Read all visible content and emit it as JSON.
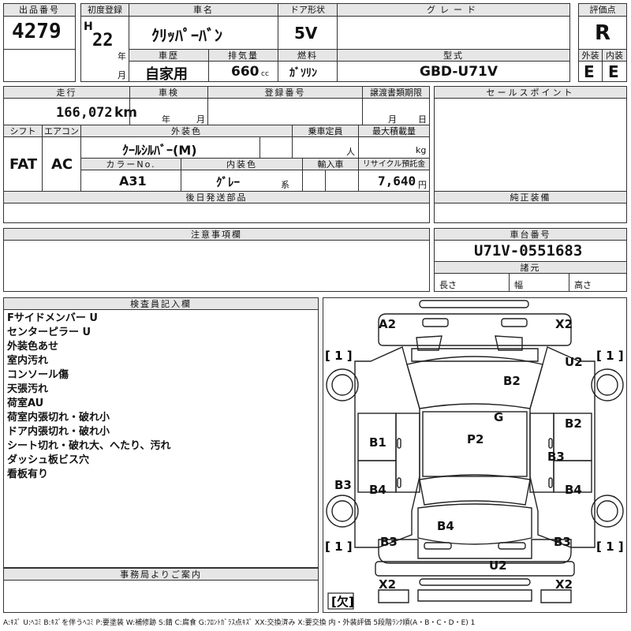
{
  "header": {
    "lot_label": "出品番号",
    "lot": "4279",
    "first_reg_label": "初度登録",
    "era": "H",
    "year": "22",
    "year_unit": "年",
    "month_unit": "月",
    "car_name_label": "車名",
    "car_name": "ｸﾘｯﾊﾟｰﾊﾞﾝ",
    "door_label": "ドア形状",
    "door": "5V",
    "grade_label": "グレード",
    "grade": "",
    "score_label": "評価点",
    "score": "R",
    "history_label": "車歴",
    "history": "自家用",
    "displacement_label": "排気量",
    "displacement": "660",
    "displacement_unit": "cc",
    "fuel_label": "燃料",
    "fuel": "ｶﾞｿﾘﾝ",
    "model_label": "型式",
    "model": "GBD-U71V",
    "ext_label": "外装",
    "ext": "E",
    "int_label": "内装",
    "int": "E"
  },
  "row2": {
    "mileage_label": "走行",
    "mileage": "166,072",
    "mileage_unit": "km",
    "inspection_label": "車検",
    "insp_year_unit": "年",
    "insp_month_unit": "月",
    "reg_no_label": "登録番号",
    "transfer_label": "譲渡書類期限",
    "transfer_month_unit": "月",
    "transfer_day_unit": "日",
    "shift_label": "シフト",
    "shift": "FAT",
    "ac_label": "エアコン",
    "ac": "AC",
    "exterior_color_label": "外装色",
    "exterior_color": "ｸｰﾙｼﾙﾊﾞｰ(M)",
    "capacity_label": "乗車定員",
    "capacity_unit": "人",
    "max_load_label": "最大積載量",
    "max_load_unit": "kg",
    "color_no_label": "カラーNo.",
    "color_no": "A31",
    "interior_color_label": "内装色",
    "interior_color": "ｸﾞﾚｰ",
    "interior_color_unit": "系",
    "import_label": "輸入車",
    "recycle_label": "リサイクル預託金",
    "recycle": "7,640",
    "recycle_unit": "円",
    "sales_point_label": "セールスポイント"
  },
  "sections": {
    "later_parts_label": "後日発送部品",
    "genuine_label": "純正装備",
    "notes_label": "注意事項欄",
    "chassis_label": "車台番号",
    "chassis": "U71V-0551683",
    "dimensions_label": "諸元",
    "length_label": "長さ",
    "width_label": "幅",
    "height_label": "高さ",
    "inspector_label": "検査員記入欄",
    "office_label": "事務局よりご案内"
  },
  "inspector_notes": [
    "Fサイドメンバー U",
    "センターピラー U",
    "外装色あせ",
    "室内汚れ",
    "コンソール傷",
    "天張汚れ",
    "荷室AU",
    "荷室内張切れ・破れ小",
    "ドア内張切れ・破れ小",
    "シート切れ・破れ大、へたり、汚れ",
    "ダッシュ板ビス穴",
    "看板有り"
  ],
  "diagram": {
    "marks": {
      "a2": "A2",
      "x2_tr": "X2",
      "u2_top": "U2",
      "b2_hood": "B2",
      "g": "G",
      "b2_side": "B2",
      "b1": "B1",
      "p2": "P2",
      "b3_side": "B3",
      "b3_left": "B3",
      "b4_left": "B4",
      "b4_right": "B4",
      "b4_rear": "B4",
      "b3_rl": "B3",
      "b3_rr": "B3",
      "u2_rear": "U2",
      "x2_bl": "X2",
      "x2_br": "X2"
    },
    "tire_tl": "[ 1 ]",
    "tire_tr": "[ 1 ]",
    "tire_bl": "[ 1 ]",
    "tire_br": "[ 1 ]",
    "spare": "[欠]"
  },
  "legend": "A:ｷｽﾞ U:ﾍｺﾐ B:ｷｽﾞを伴うﾍｺﾐ P:要塗装 W:補修跡 S:錆 C:腐食 G:ﾌﾛﾝﾄｶﾞﾗｽ点ｷｽﾞ XX:交換済み X:要交換 内・外装評価 5段階ﾗﾝｸ順(A・B・C・D・E) 1"
}
